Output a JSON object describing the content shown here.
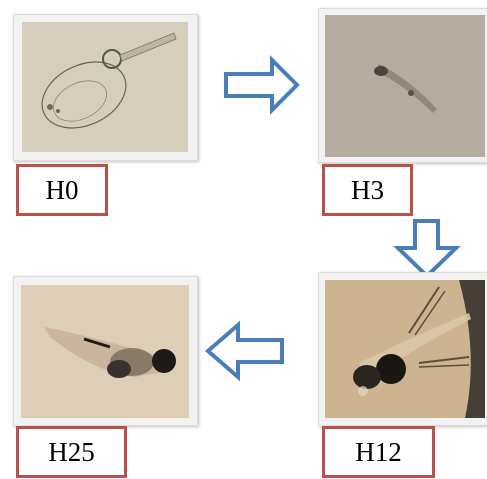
{
  "stages": [
    {
      "label": "H0",
      "image": "egg-with-tail-embryo"
    },
    {
      "label": "H3",
      "image": "elongated-larva-on-grey"
    },
    {
      "label": "H12",
      "image": "larva-with-dark-eye-and-fins"
    },
    {
      "label": "H25",
      "image": "larva-with-dark-eye-and-yolk"
    }
  ],
  "arrows": [
    "right-arrow",
    "down-arrow",
    "left-arrow"
  ],
  "colors": {
    "label_border": "#b9504a",
    "arrow_stroke": "#4a7ebb",
    "arrow_fill": "#ffffff"
  }
}
